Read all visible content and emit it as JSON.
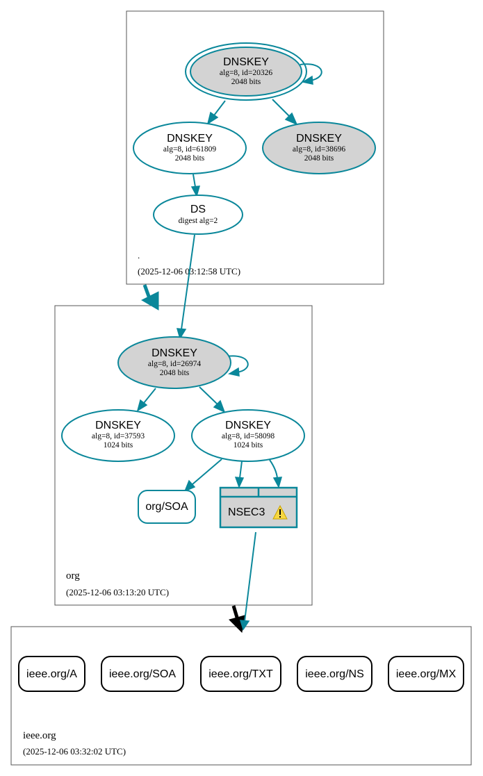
{
  "colors": {
    "edge": "#0a879a",
    "node_fill_gray": "#d3d3d3",
    "zone_border": "#555555",
    "delegation_arrow_black": "#000000",
    "warning_fill": "#f7d742"
  },
  "zones": {
    "root": {
      "name": ".",
      "timestamp": "(2025-12-06 03:12:58 UTC)"
    },
    "org": {
      "name": "org",
      "timestamp": "(2025-12-06 03:13:20 UTC)"
    },
    "ieee": {
      "name": "ieee.org",
      "timestamp": "(2025-12-06 03:32:02 UTC)"
    }
  },
  "nodes": {
    "root_ksk": {
      "title": "DNSKEY",
      "detail": "alg=8, id=20326",
      "size": "2048 bits"
    },
    "root_zsk": {
      "title": "DNSKEY",
      "detail": "alg=8, id=61809",
      "size": "2048 bits"
    },
    "root_key3": {
      "title": "DNSKEY",
      "detail": "alg=8, id=38696",
      "size": "2048 bits"
    },
    "root_ds": {
      "title": "DS",
      "detail": "digest alg=2"
    },
    "org_ksk": {
      "title": "DNSKEY",
      "detail": "alg=8, id=26974",
      "size": "2048 bits"
    },
    "org_key2": {
      "title": "DNSKEY",
      "detail": "alg=8, id=37593",
      "size": "1024 bits"
    },
    "org_zsk": {
      "title": "DNSKEY",
      "detail": "alg=8, id=58098",
      "size": "1024 bits"
    },
    "org_soa": {
      "label": "org/SOA"
    },
    "nsec3": {
      "label": "NSEC3",
      "warning_icon": "warning-triangle-icon"
    }
  },
  "rrsets": [
    {
      "label": "ieee.org/A"
    },
    {
      "label": "ieee.org/SOA"
    },
    {
      "label": "ieee.org/TXT"
    },
    {
      "label": "ieee.org/NS"
    },
    {
      "label": "ieee.org/MX"
    }
  ]
}
